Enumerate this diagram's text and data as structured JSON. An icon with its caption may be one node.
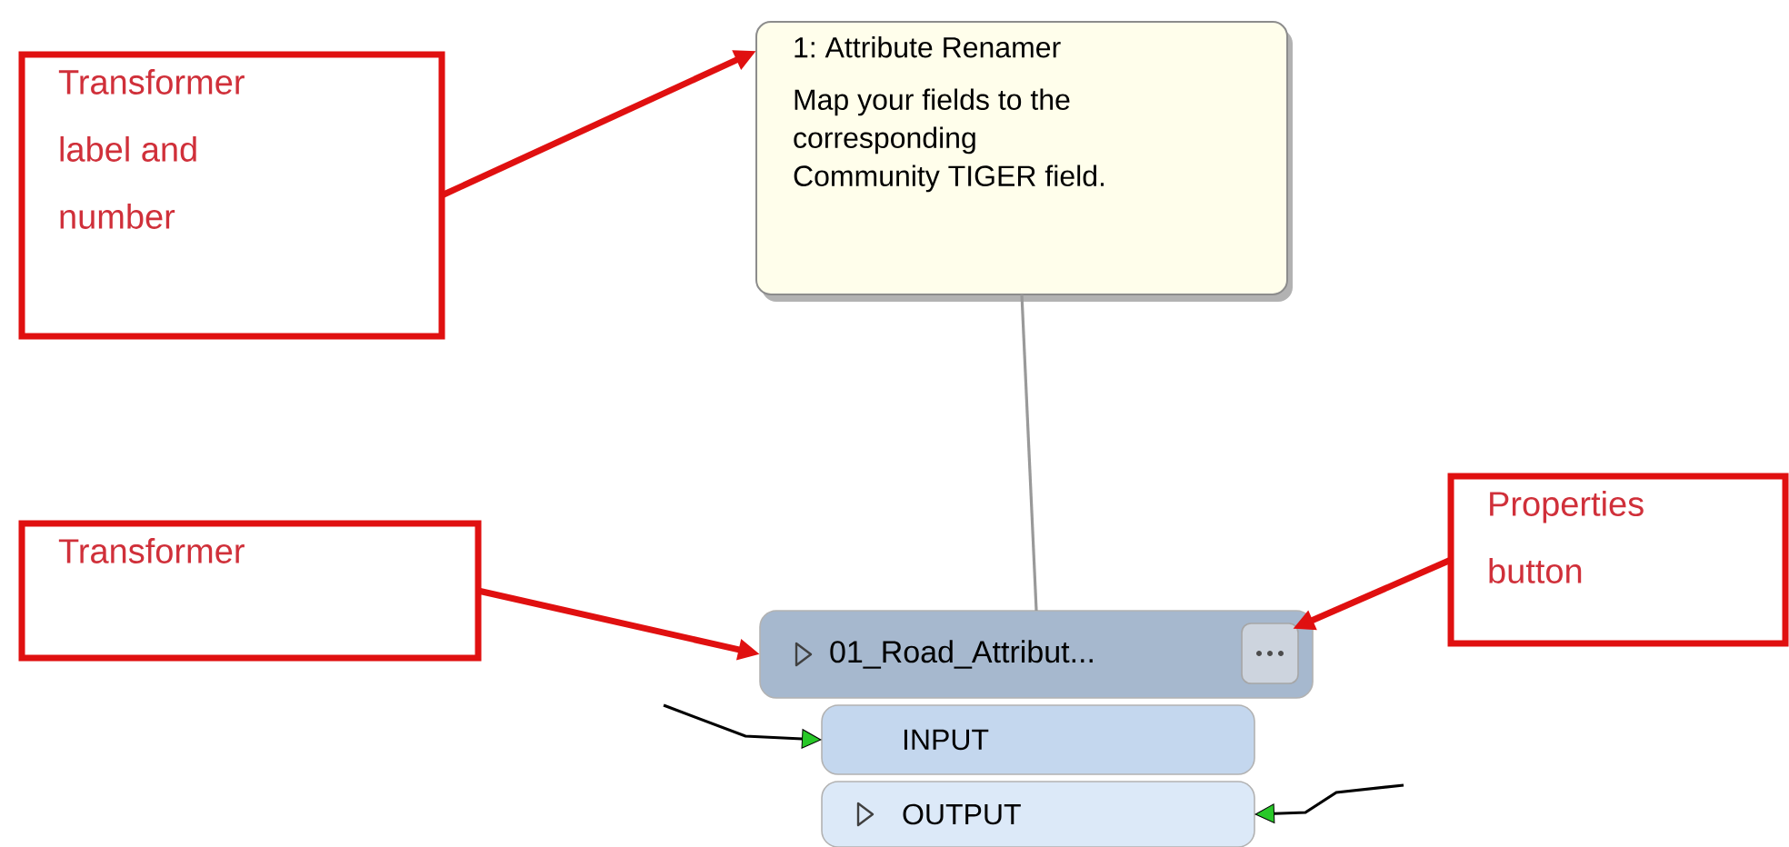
{
  "diagram": {
    "nodes": [
      {
        "text": [
          "Transformer label and number"
        ]
      },
      {
        "text": [
          "1: Attribute Renamer",
          "Map your fields to the corresponding Community TIGER field."
        ]
      },
      {
        "text": [
          "Transformer"
        ]
      },
      {
        "text": [
          "Properties button"
        ]
      },
      {
        "text": [
          "01_Road_Attribut..."
        ]
      },
      {
        "text": [],
        "shape": "box",
        "in": 4
      },
      {
        "text": [
          "INPUT"
        ]
      },
      {
        "text": [
          "OUTPUT"
        ]
      }
    ],
    "edges": [
      {
        "from": 0,
        "to": 1,
        "arrow": "to",
        "style": "thick"
      },
      {
        "from": 2,
        "to": 4,
        "arrow": "to",
        "style": "thick"
      },
      {
        "from": 3,
        "to": 5,
        "arrow": "to",
        "style": "thick"
      },
      {
        "from": 1,
        "to": 4,
        "arrow": "none",
        "color": "#999999"
      },
      {
        "from": null,
        "to": 6,
        "arrow": "to",
        "color": "#000000"
      },
      {
        "from": null,
        "to": 7,
        "arrow": "to",
        "color": "#000000"
      }
    ]
  }
}
